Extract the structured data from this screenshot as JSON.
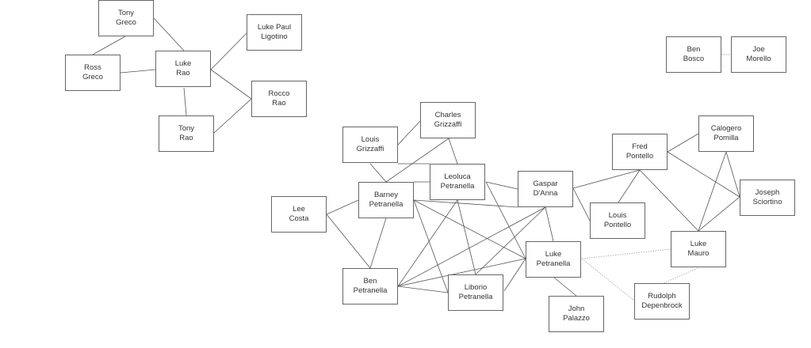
{
  "nodes": [
    {
      "id": "tony_greco",
      "line1": "Tony",
      "line2": "Greco"
    },
    {
      "id": "ross_greco",
      "line1": "Ross",
      "line2": "Greco"
    },
    {
      "id": "luke_rao",
      "line1": "Luke",
      "line2": "Rao"
    },
    {
      "id": "luke_paul_ligotino",
      "line1": "Luke Paul",
      "line2": "Ligotino"
    },
    {
      "id": "rocco_rao",
      "line1": "Rocco",
      "line2": "Rao"
    },
    {
      "id": "tony_rao",
      "line1": "Tony",
      "line2": "Rao"
    },
    {
      "id": "ben_bosco",
      "line1": "Ben",
      "line2": "Bosco"
    },
    {
      "id": "joe_morello",
      "line1": "Joe",
      "line2": "Morello"
    },
    {
      "id": "charles_grizzaffi",
      "line1": "Charles",
      "line2": "Grizzaffi"
    },
    {
      "id": "louis_grizzaffi",
      "line1": "Louis",
      "line2": "Grizzaffi"
    },
    {
      "id": "leoluca_petranella",
      "line1": "Leoluca",
      "line2": "Petranella"
    },
    {
      "id": "barney_petranella",
      "line1": "Barney",
      "line2": "Petranella"
    },
    {
      "id": "lee_costa",
      "line1": "Lee",
      "line2": "Costa"
    },
    {
      "id": "gaspar_danna",
      "line1": "Gaspar",
      "line2": "D'Anna"
    },
    {
      "id": "ben_petranella",
      "line1": "Ben",
      "line2": "Petranella"
    },
    {
      "id": "liborio_petranella",
      "line1": "Liborio",
      "line2": "Petranella"
    },
    {
      "id": "luke_petranella",
      "line1": "Luke",
      "line2": "Petranella"
    },
    {
      "id": "john_palazzo",
      "line1": "John",
      "line2": "Palazzo"
    },
    {
      "id": "fred_pontello",
      "line1": "Fred",
      "line2": "Pontello"
    },
    {
      "id": "calogero_pomilla",
      "line1": "Calogero",
      "line2": "Pomilla"
    },
    {
      "id": "joseph_sciortino",
      "line1": "Joseph",
      "line2": "Sciortino"
    },
    {
      "id": "louis_pontello",
      "line1": "Louis",
      "line2": "Pontello"
    },
    {
      "id": "luke_mauro",
      "line1": "Luke",
      "line2": "Mauro"
    },
    {
      "id": "rudolph_depenbrock",
      "line1": "Rudolph",
      "line2": "Depenbrock"
    }
  ],
  "edges": [
    {
      "from": "tony_greco",
      "to": "ross_greco",
      "style": "solid"
    },
    {
      "from": "tony_greco",
      "to": "luke_rao",
      "style": "solid"
    },
    {
      "from": "ross_greco",
      "to": "luke_rao",
      "style": "solid"
    },
    {
      "from": "luke_rao",
      "to": "tony_rao",
      "style": "solid"
    },
    {
      "from": "luke_rao",
      "to": "luke_paul_ligotino",
      "style": "solid"
    },
    {
      "from": "luke_rao",
      "to": "rocco_rao",
      "style": "solid"
    },
    {
      "from": "tony_rao",
      "to": "rocco_rao",
      "style": "solid"
    },
    {
      "from": "ben_bosco",
      "to": "joe_morello",
      "style": "dotted"
    },
    {
      "from": "louis_grizzaffi",
      "to": "charles_grizzaffi",
      "style": "solid"
    },
    {
      "from": "charles_grizzaffi",
      "to": "barney_petranella",
      "style": "solid"
    },
    {
      "from": "charles_grizzaffi",
      "to": "leoluca_petranella",
      "style": "solid"
    },
    {
      "from": "louis_grizzaffi",
      "to": "barney_petranella",
      "style": "solid"
    },
    {
      "from": "louis_grizzaffi",
      "to": "leoluca_petranella",
      "style": "solid"
    },
    {
      "from": "barney_petranella",
      "to": "leoluca_petranella",
      "style": "solid"
    },
    {
      "from": "lee_costa",
      "to": "barney_petranella",
      "style": "solid"
    },
    {
      "from": "lee_costa",
      "to": "ben_petranella",
      "style": "solid"
    },
    {
      "from": "barney_petranella",
      "to": "ben_petranella",
      "style": "solid"
    },
    {
      "from": "leoluca_petranella",
      "to": "gaspar_danna",
      "style": "solid"
    },
    {
      "from": "barney_petranella",
      "to": "gaspar_danna",
      "style": "solid"
    },
    {
      "from": "leoluca_petranella",
      "to": "ben_petranella",
      "style": "solid"
    },
    {
      "from": "leoluca_petranella",
      "to": "liborio_petranella",
      "style": "solid"
    },
    {
      "from": "leoluca_petranella",
      "to": "luke_petranella",
      "style": "solid"
    },
    {
      "from": "barney_petranella",
      "to": "liborio_petranella",
      "style": "solid"
    },
    {
      "from": "barney_petranella",
      "to": "luke_petranella",
      "style": "solid"
    },
    {
      "from": "gaspar_danna",
      "to": "ben_petranella",
      "style": "solid"
    },
    {
      "from": "gaspar_danna",
      "to": "liborio_petranella",
      "style": "solid"
    },
    {
      "from": "gaspar_danna",
      "to": "luke_petranella",
      "style": "solid"
    },
    {
      "from": "ben_petranella",
      "to": "luke_petranella",
      "style": "solid"
    },
    {
      "from": "ben_petranella",
      "to": "liborio_petranella",
      "style": "solid"
    },
    {
      "from": "liborio_petranella",
      "to": "luke_petranella",
      "style": "solid"
    },
    {
      "from": "luke_petranella",
      "to": "john_palazzo",
      "style": "solid"
    },
    {
      "from": "gaspar_danna",
      "to": "fred_pontello",
      "style": "solid"
    },
    {
      "from": "gaspar_danna",
      "to": "louis_pontello",
      "style": "solid"
    },
    {
      "from": "fred_pontello",
      "to": "louis_pontello",
      "style": "solid"
    },
    {
      "from": "fred_pontello",
      "to": "luke_mauro",
      "style": "solid"
    },
    {
      "from": "fred_pontello",
      "to": "calogero_pomilla",
      "style": "solid"
    },
    {
      "from": "fred_pontello",
      "to": "joseph_sciortino",
      "style": "solid"
    },
    {
      "from": "calogero_pomilla",
      "to": "luke_mauro",
      "style": "solid"
    },
    {
      "from": "calogero_pomilla",
      "to": "joseph_sciortino",
      "style": "solid"
    },
    {
      "from": "joseph_sciortino",
      "to": "luke_mauro",
      "style": "solid"
    },
    {
      "from": "luke_petranella",
      "to": "luke_mauro",
      "style": "dotted"
    },
    {
      "from": "luke_petranella",
      "to": "rudolph_depenbrock",
      "style": "dotted"
    },
    {
      "from": "luke_mauro",
      "to": "rudolph_depenbrock",
      "style": "dotted"
    }
  ],
  "colors": {
    "edge": "#555555",
    "dotted_edge": "#aaaaaa",
    "border": "#666666"
  }
}
